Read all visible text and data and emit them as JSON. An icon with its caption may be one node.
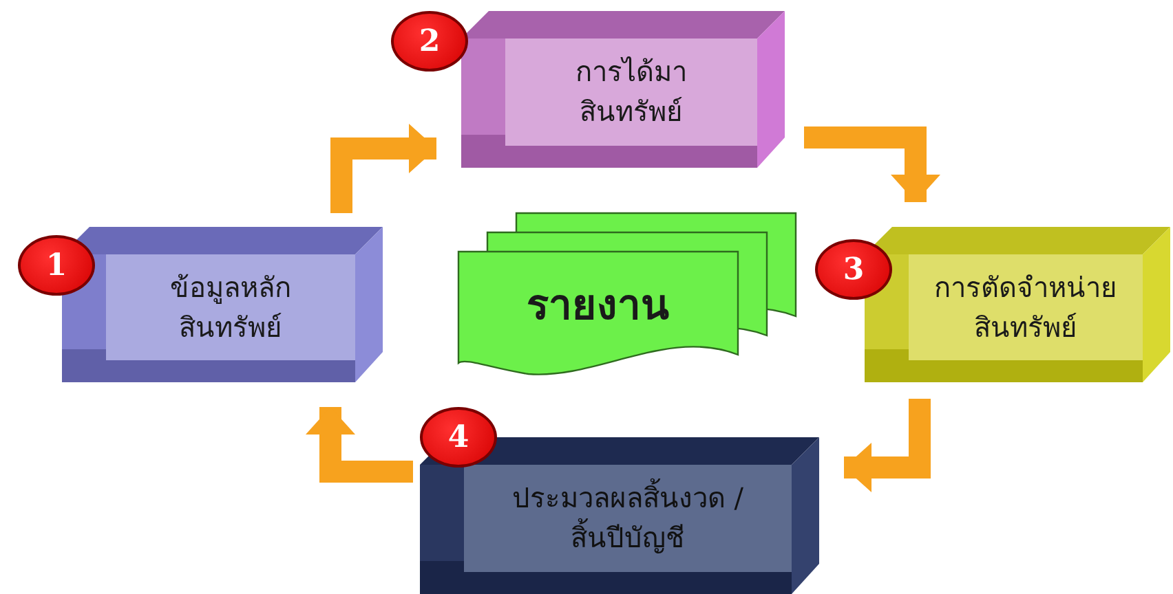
{
  "diagram": {
    "nodes": [
      {
        "text": [
          "ข้อมูลหลัก สินทรัพย์"
        ]
      },
      {
        "text": [
          "การได้มา สินทรัพย์"
        ]
      },
      {
        "text": [
          "การตัดจำหน่าย สินทรัพย์"
        ]
      },
      {
        "text": [
          "ประมวลผลสิ้นงวด /สิ้นปีบัญชี"
        ]
      },
      {
        "text": [
          "1"
        ]
      },
      {
        "text": [
          "2"
        ]
      },
      {
        "text": [
          "3"
        ]
      },
      {
        "text": [
          "4"
        ]
      },
      {
        "text": [
          "รายงาน"
        ]
      }
    ],
    "edges": [
      {
        "from": 0,
        "to": 1,
        "arrow": "to"
      },
      {
        "from": 1,
        "to": 2,
        "arrow": "to"
      },
      {
        "from": 2,
        "to": 3,
        "arrow": "to"
      },
      {
        "from": 3,
        "to": 0,
        "arrow": "to"
      }
    ]
  }
}
